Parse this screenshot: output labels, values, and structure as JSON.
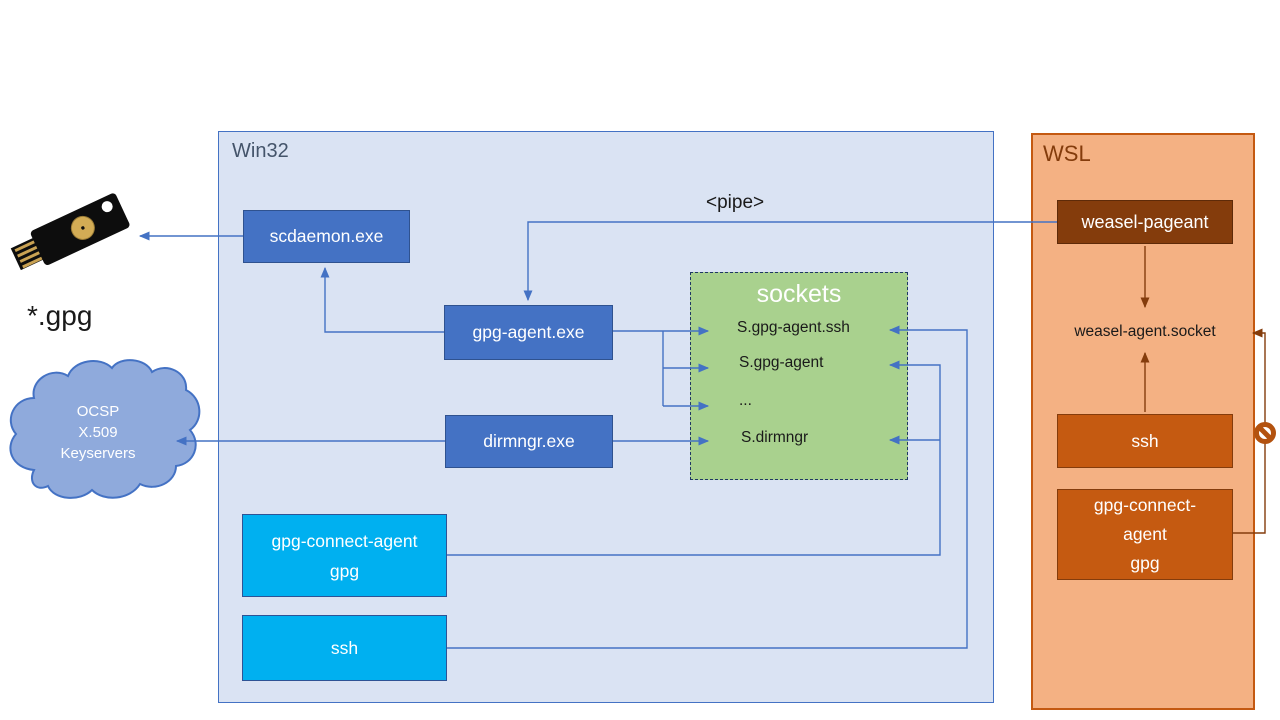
{
  "win32": {
    "label": "Win32",
    "scdaemon": "scdaemon.exe",
    "gpg_agent": "gpg-agent.exe",
    "dirmngr": "dirmngr.exe",
    "gpg_connect": [
      "gpg-connect-agent",
      "gpg"
    ],
    "ssh": "ssh",
    "sockets": {
      "title": "sockets",
      "items": [
        "S.gpg-agent.ssh",
        "S.gpg-agent",
        "...",
        "S.dirmngr"
      ]
    }
  },
  "wsl": {
    "label": "WSL",
    "weasel_pageant": "weasel-pageant",
    "weasel_socket": "weasel-agent.socket",
    "ssh": "ssh",
    "gpg_connect": [
      "gpg-connect-",
      "agent",
      "gpg"
    ]
  },
  "annotations": {
    "pipe": "<pipe>",
    "gpg_files": "*.gpg"
  },
  "cloud": {
    "lines": [
      "OCSP",
      "X.509",
      "Keyservers"
    ]
  },
  "icons": {
    "yubikey": "yubikey-icon",
    "cloud": "cloud-icon",
    "prohibition": "prohibition-icon"
  },
  "colors": {
    "accent_blue": "#4472C4",
    "light_blue_bg": "#DAE3F3",
    "green_fill": "#A9D18E",
    "cyan_fill": "#00B0F0",
    "orange_bg": "#F4B183",
    "orange_fill": "#C55A11",
    "dark_brown": "#843C0C",
    "navy_dash": "#203864"
  }
}
